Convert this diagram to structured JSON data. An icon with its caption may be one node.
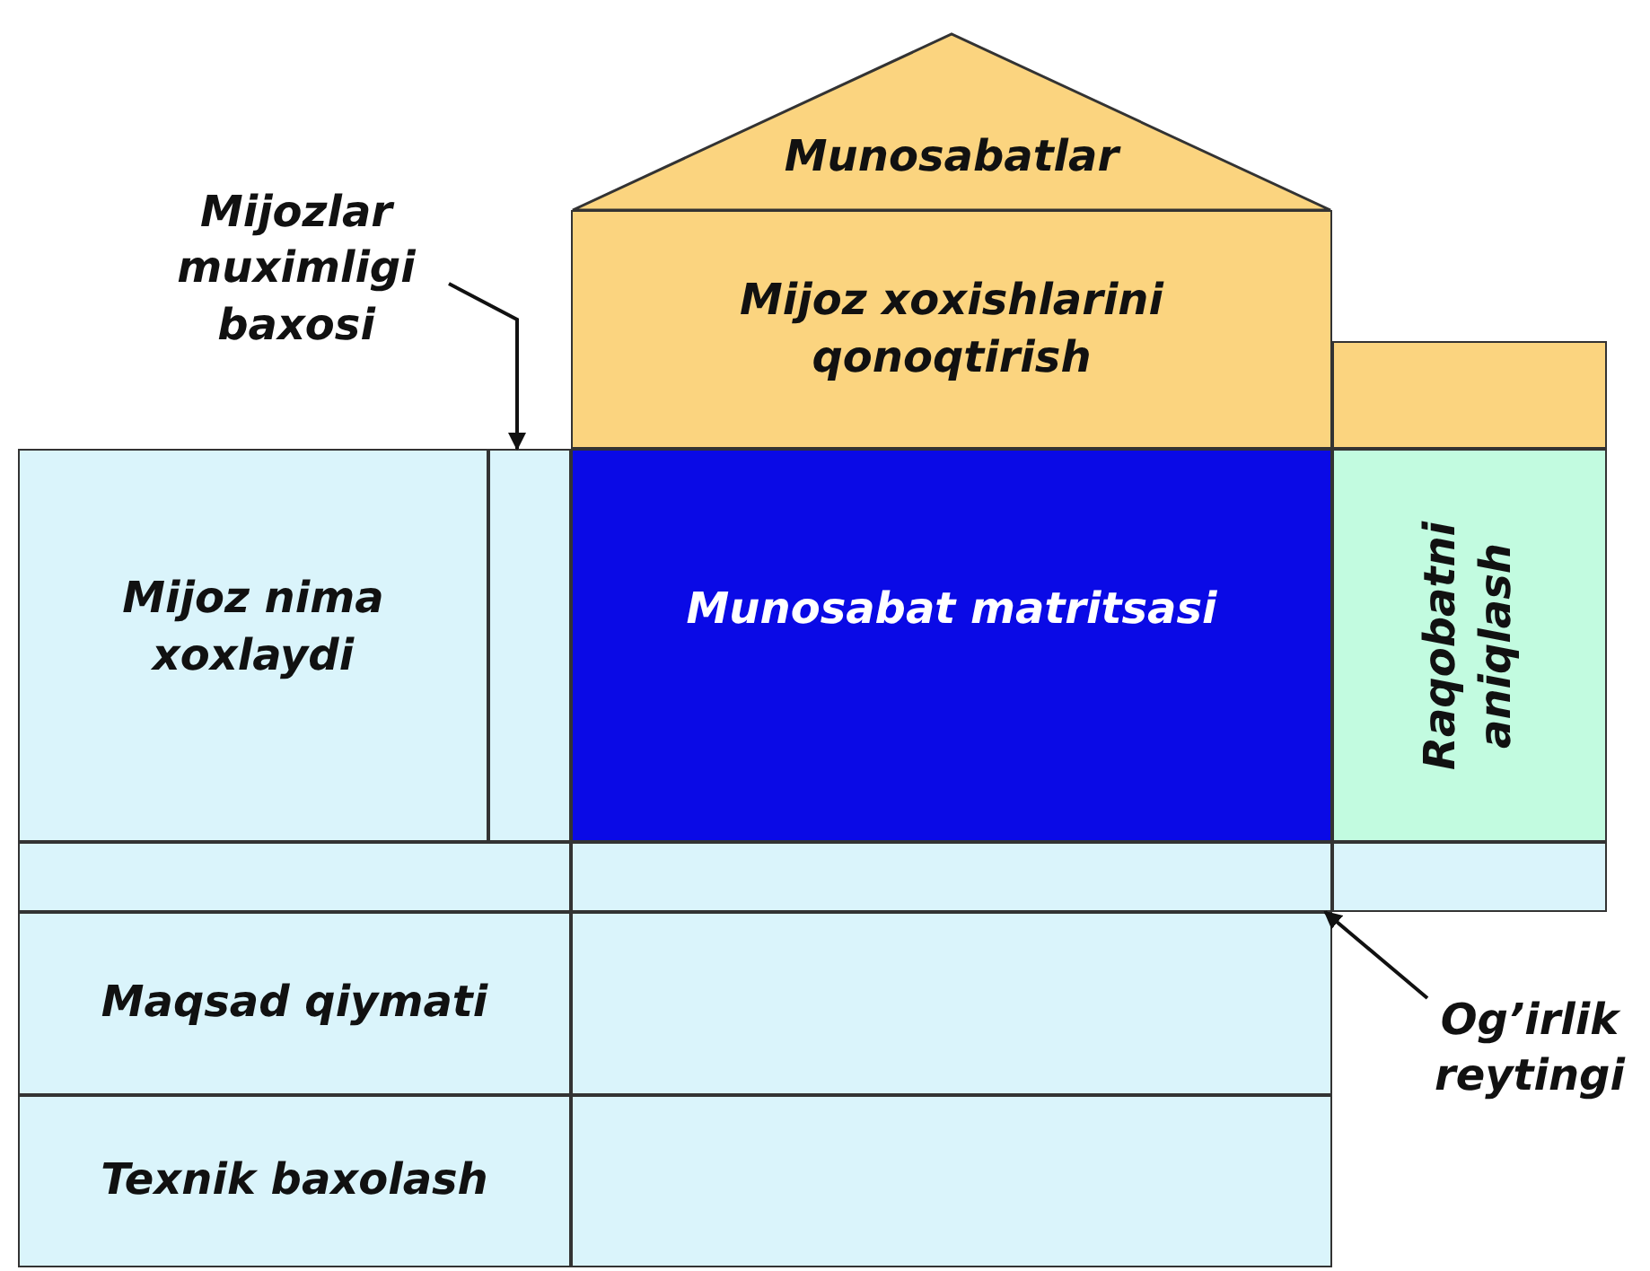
{
  "diagram": {
    "nodes": [
      {
        "text": [
          "Munosabatlar"
        ]
      },
      {
        "text": [
          "Mijoz xoxishlarini qonoqtirish"
        ]
      },
      {
        "text": [],
        "shape": "box"
      },
      {
        "text": [
          "Mijoz nima xoxlaydi"
        ]
      },
      {
        "text": [],
        "shape": "box"
      },
      {
        "text": [
          "Munosabat matritsasi"
        ]
      },
      {
        "text": [
          "Raqobatni aniqlash"
        ]
      },
      {
        "text": [],
        "shape": "box"
      },
      {
        "text": [],
        "shape": "box"
      },
      {
        "text": [],
        "shape": "box"
      },
      {
        "text": [
          "Maqsad qiymati"
        ]
      },
      {
        "text": [],
        "shape": "box"
      },
      {
        "text": [
          "Texnik baxolash"
        ]
      },
      {
        "text": [],
        "shape": "box"
      },
      {
        "text": [
          "Mijozlar muximligi baxosi"
        ]
      },
      {
        "text": [
          "Og’irlik reytingi"
        ]
      }
    ],
    "edges": [
      {
        "from": 14,
        "to": 4,
        "arrow": "to"
      },
      {
        "from": 15,
        "to": 8,
        "arrow": "to"
      }
    ]
  }
}
